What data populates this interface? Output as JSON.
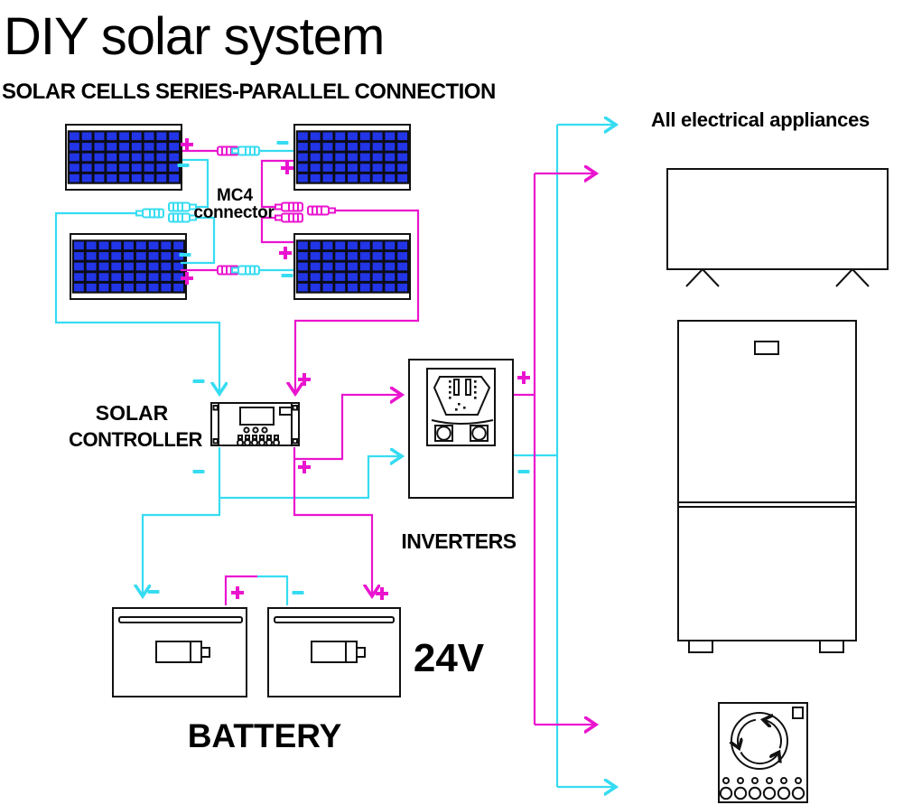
{
  "header": {
    "title": "DIY solar system",
    "subtitle": "SOLAR CELLS SERIES-PARALLEL CONNECTION"
  },
  "diagram": {
    "mc4": {
      "line1": "MC4",
      "line2": "connector"
    },
    "controller": {
      "line1": "SOLAR",
      "line2": "CONTROLLER"
    },
    "inverter_label": "INVERTERS",
    "battery_label": "BATTERY",
    "battery_voltage": "24V",
    "appliances_label": "All electrical appliances",
    "polarity": {
      "plus": "+",
      "minus": "−"
    }
  },
  "colors": {
    "wire_positive": "#ea14cf",
    "wire_negative": "#36dcf1",
    "panel_cell_blue": "#2236e8",
    "outline": "#111111",
    "background": "#ffffff"
  },
  "icons": {
    "positive_terminal": "plus-icon",
    "negative_terminal": "minus-icon",
    "connector": "mc4-plug-icon",
    "rotation": "ccw-rotation-arrows-icon"
  }
}
